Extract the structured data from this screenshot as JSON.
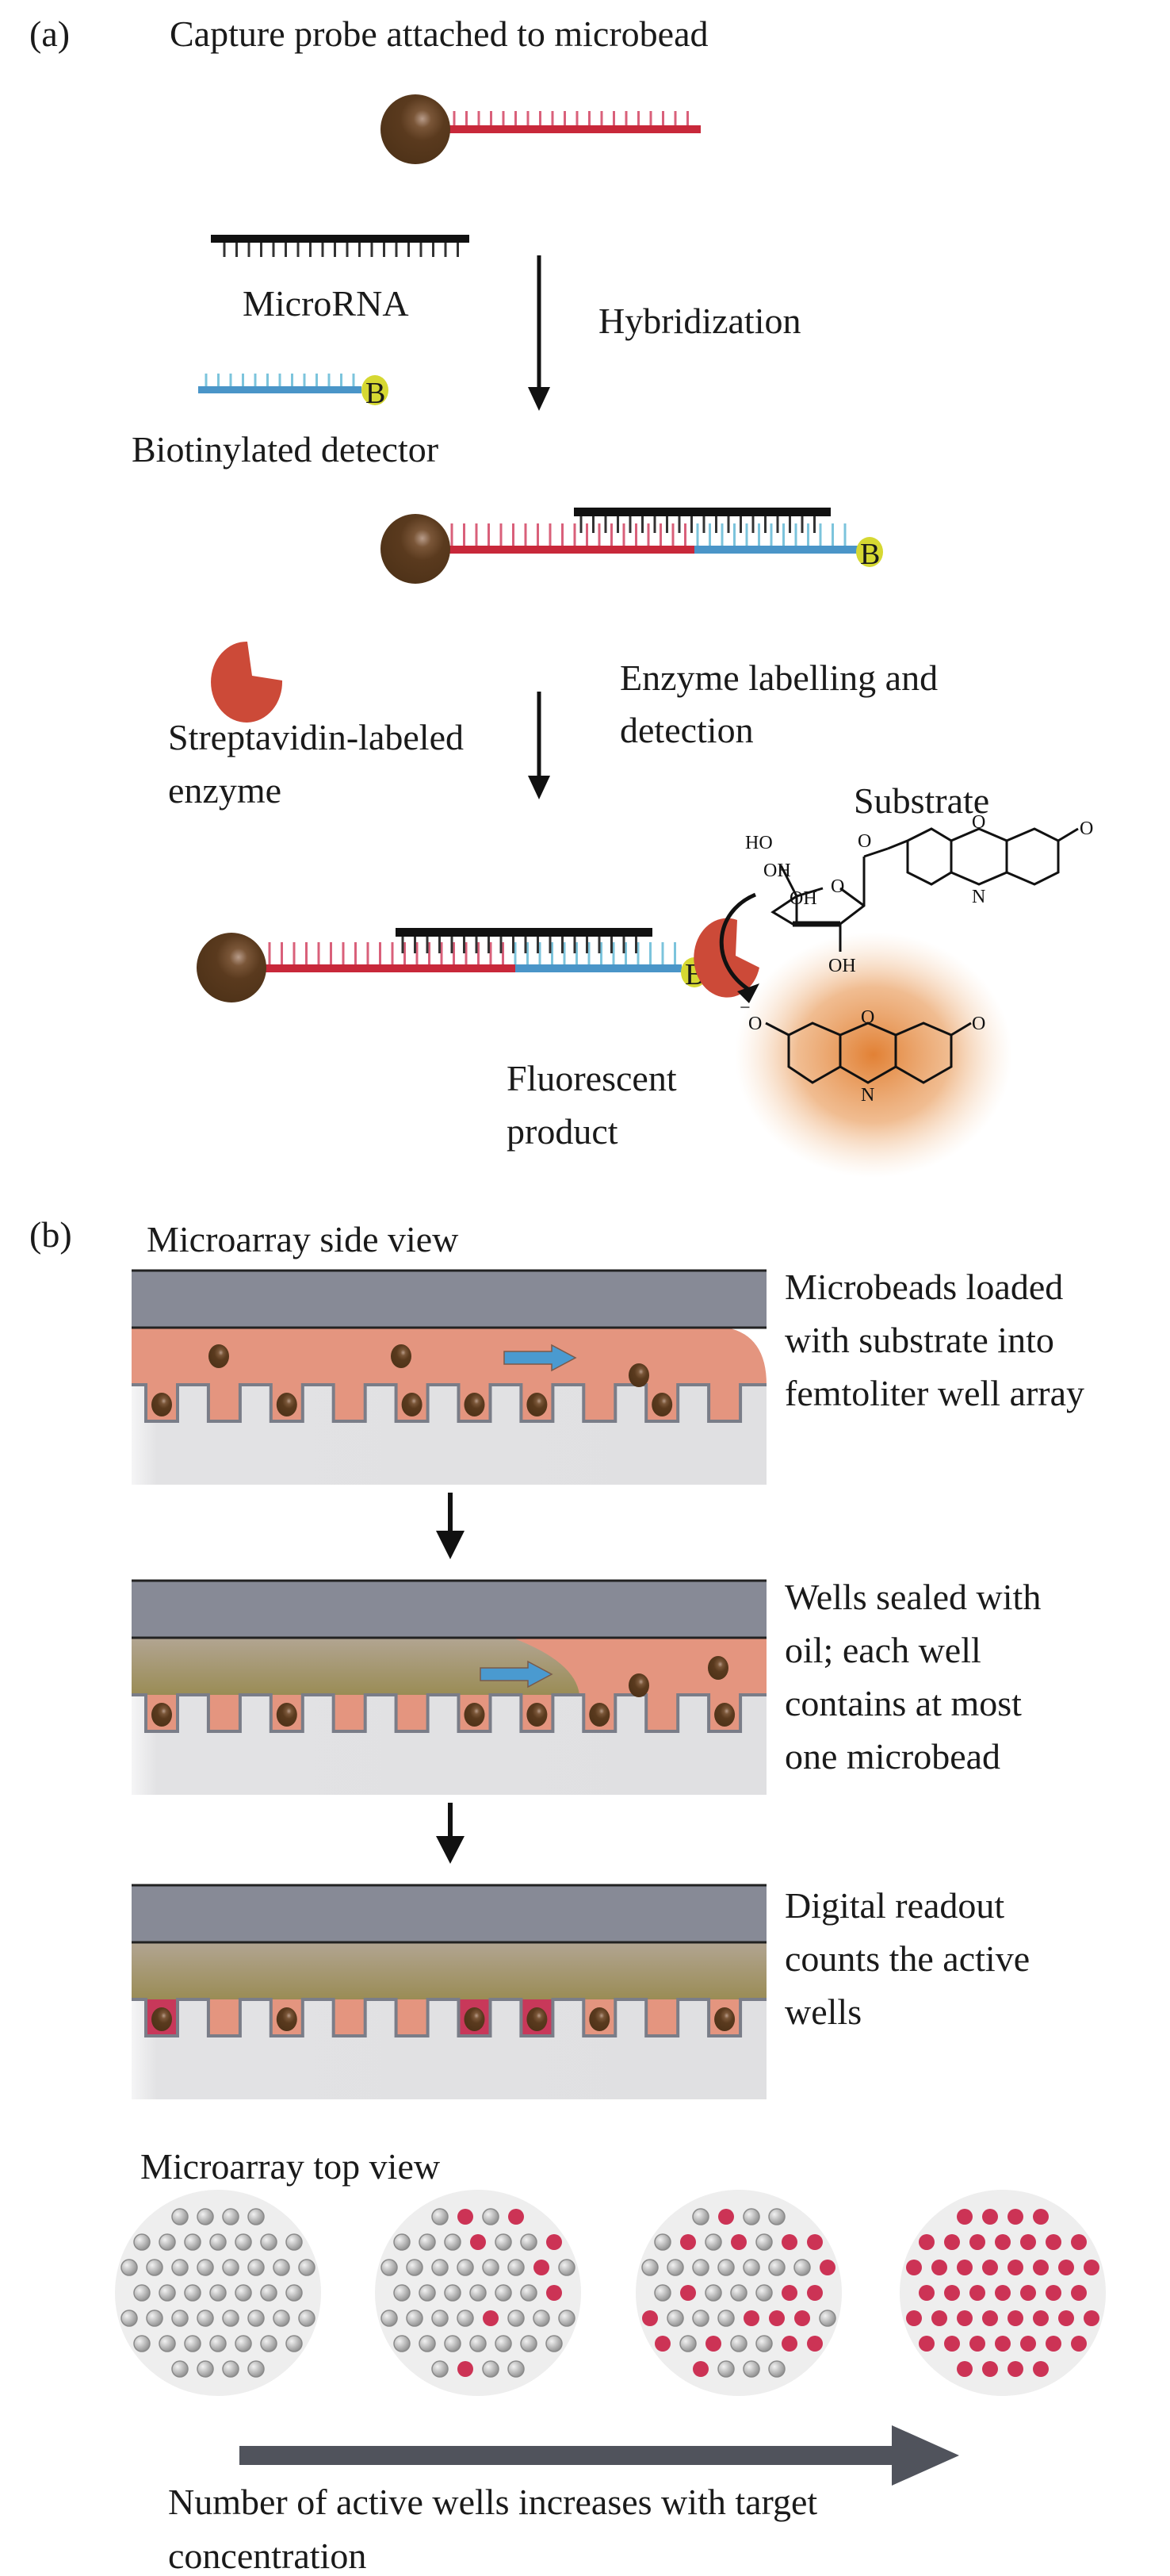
{
  "panel_a": {
    "tag": "(a)",
    "title": "Capture probe attached to microbead",
    "microrna_label": "MicroRNA",
    "hybridization_label": "Hybridization",
    "detector_label": "Biotinylated detector",
    "biotin_letter": "B",
    "enzyme_label_line1": "Streptavidin-labeled",
    "enzyme_label_line2": "enzyme",
    "step2_line1": "Enzyme labelling and",
    "step2_line2": "detection",
    "substrate_label": "Substrate",
    "product_line1": "Fluorescent",
    "product_line2": "product",
    "chem": {
      "ho": "HO",
      "oh1": "OH",
      "oh2": "OH",
      "oh3": "OH",
      "ring_o": "O",
      "link_o": "O",
      "bridge_o": "O",
      "n": "N",
      "keto_o": "O",
      "prod_o_minus": "O",
      "prod_bridge_o": "O",
      "prod_n": "N",
      "prod_keto_o": "O",
      "minus": "−"
    }
  },
  "panel_b": {
    "tag": "(b)",
    "side_view_title": "Microarray side view",
    "steps": [
      {
        "lines": [
          "Microbeads loaded",
          "with substrate into",
          "femtoliter well array"
        ],
        "bead_wells": [
          0,
          2,
          4,
          5,
          6,
          8
        ],
        "active_wells": [],
        "fill": "aqueous"
      },
      {
        "lines": [
          "Wells sealed with",
          "oil; each well",
          "contains at most",
          "one microbead"
        ],
        "bead_wells": [
          0,
          2,
          5,
          6,
          7,
          9
        ],
        "active_wells": [],
        "fill": "oil-advancing"
      },
      {
        "lines": [
          "Digital readout",
          "counts the active",
          "wells"
        ],
        "bead_wells": [
          0,
          2,
          5,
          6,
          7,
          9
        ],
        "active_wells": [
          0,
          5,
          6
        ],
        "fill": "oil"
      }
    ],
    "top_view_title": "Microarray top view",
    "top_view_active_counts": [
      0,
      8,
      18,
      48
    ],
    "caption_line1": "Number of active wells increases with target",
    "caption_line2": "concentration"
  },
  "colors": {
    "bead": "#5a3a1e",
    "capture_strand": "#c8283a",
    "capture_teeth": "#d9607a",
    "detector_strand": "#4a95c8",
    "detector_teeth": "#7cc4dc",
    "microrna": "#111111",
    "biotin": "#d6d832",
    "enzyme": "#cc4a38",
    "glow": "#e07a2a",
    "glass": "#878a96",
    "aqueous": "#e4957f",
    "oil": "#a09160",
    "chip": "#e1e1e3",
    "well_edge": "#7a7d88",
    "active_well": "#c8385a",
    "topview_bg": "#eeeeee",
    "topview_well": "#a8a8a8",
    "topview_active": "#cc3355",
    "big_arrow": "#50535c",
    "flow_arrow": "#4a9ad0"
  }
}
